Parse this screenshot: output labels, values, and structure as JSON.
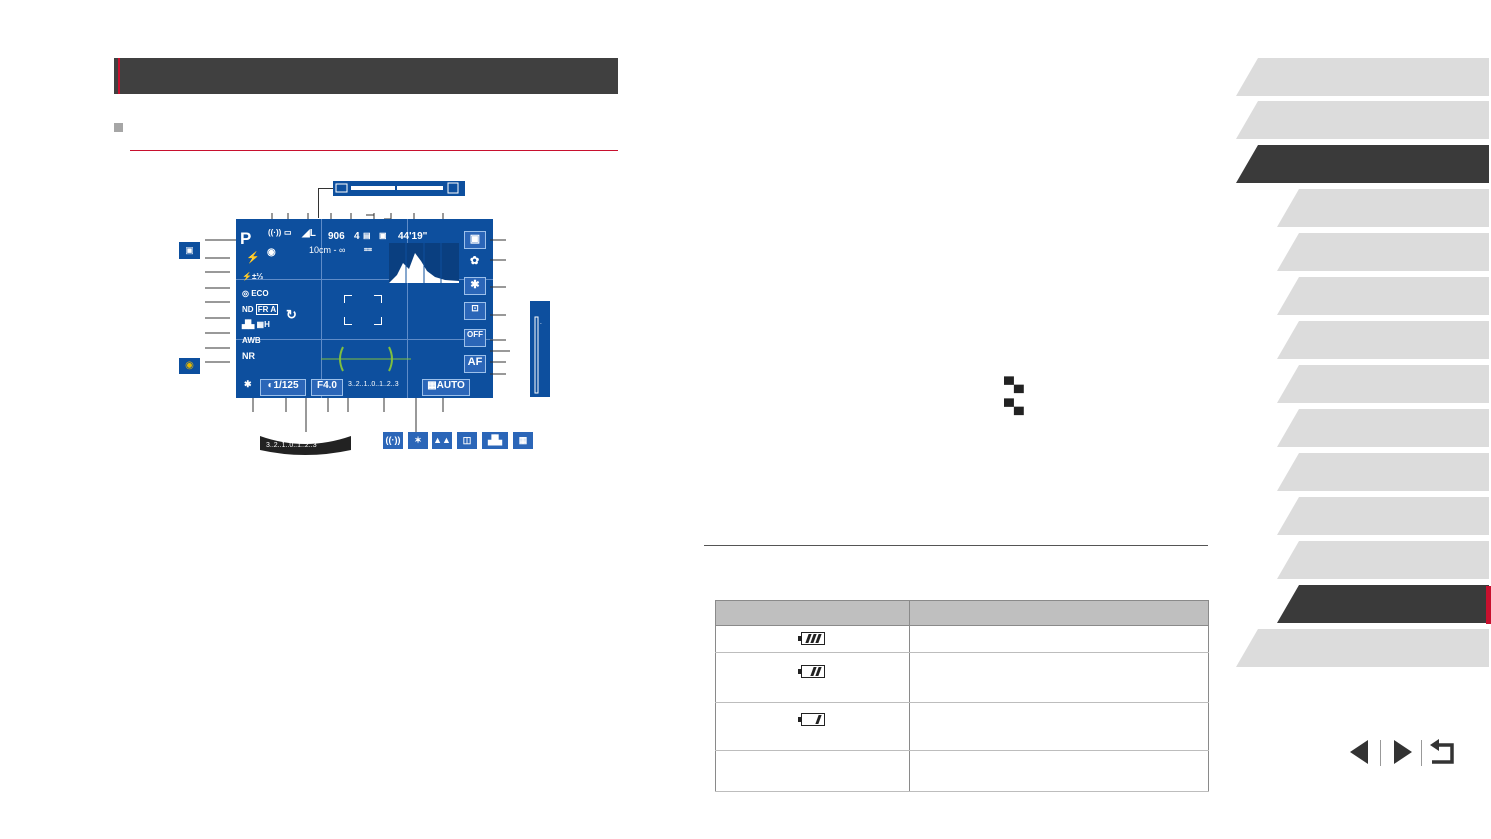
{
  "screen": {
    "mode": "P",
    "shots_remaining": "906",
    "movie_time": "44'19\"",
    "focus_range": "10cm - ∞",
    "shutter_speed": "1/125",
    "aperture": "F4.0",
    "iso": "AUTO",
    "af_label": "AF",
    "exposure_scale": "3..2..1..0..1..2..3",
    "eco_label": "ECO",
    "nr_label": "NR",
    "wb_label": "AWB",
    "four_label": "4",
    "l_label": "L"
  },
  "strip_icons": [
    "shake-icon",
    "star-icon",
    "mountain-icon",
    "dynamic-icon",
    "hand-icon",
    "blur-icon"
  ],
  "battery_table": {
    "rows": [
      {
        "icon": "battery-full-icon",
        "bars": 3
      },
      {
        "icon": "battery-mid-icon",
        "bars": 2
      },
      {
        "icon": "battery-low-icon",
        "bars": 1
      },
      {
        "icon": "battery-empty",
        "bars": 0
      }
    ]
  },
  "tabs": {
    "active_index": 12
  },
  "colors": {
    "screen_blue": "#0d4f9e",
    "accent_red": "#c8102e",
    "header_dark": "#404040",
    "tab_gray": "#dcdcdc",
    "tab_dark": "#3a3a3a"
  }
}
